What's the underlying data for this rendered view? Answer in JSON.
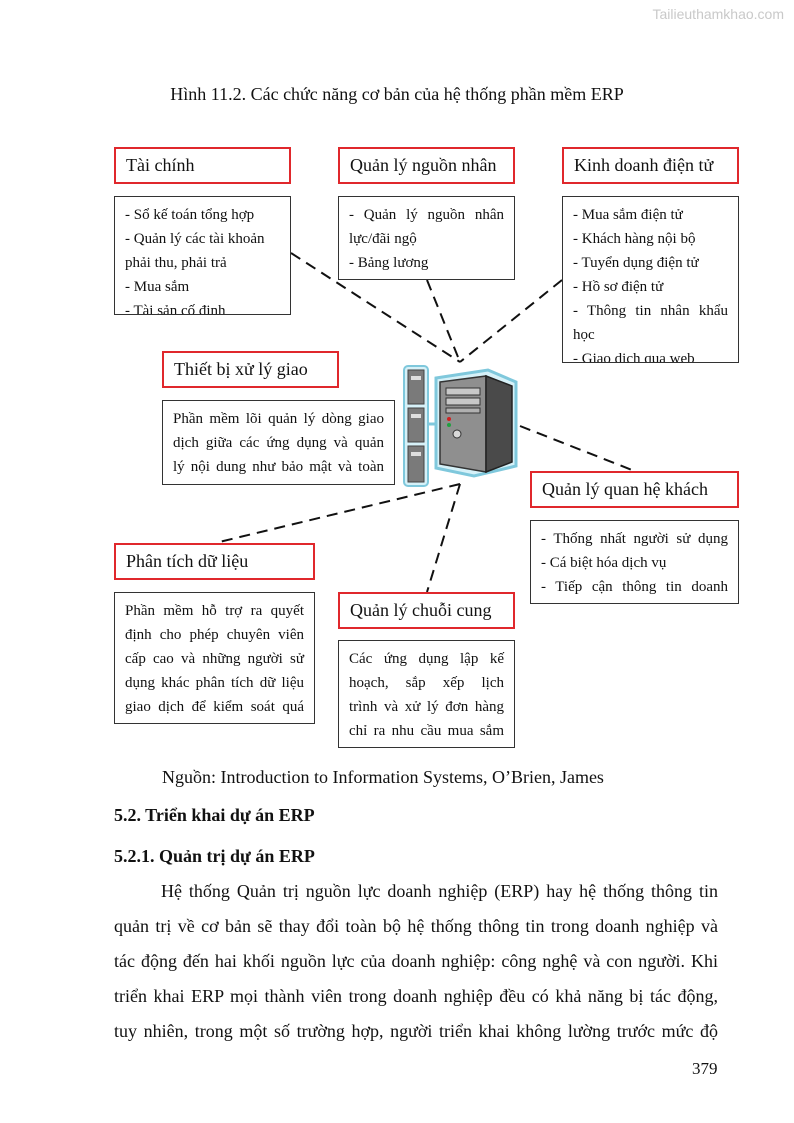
{
  "watermark": "Tailieuthamkhao.com",
  "figure_title": "Hình 11.2. Các chức năng cơ bản của hệ thống phần mềm ERP",
  "modules": {
    "tai_chinh": {
      "title": "Tài chính",
      "lines": [
        "- Sổ kế toán tổng hợp",
        "- Quản lý các tài khoản",
        "phải thu, phải trả",
        "- Mua sắm",
        "- Tài sản cố định"
      ]
    },
    "nguon_nhan": {
      "title": "Quản lý nguồn nhân",
      "lines": [
        "- Quản lý nguồn nhân",
        "lực/đãi ngộ",
        "- Bảng lương"
      ]
    },
    "kinh_doanh": {
      "title": "Kinh doanh điện tử",
      "lines": [
        "- Mua sắm điện tử",
        "- Khách hàng nội bộ",
        "- Tuyển dụng điện tử",
        "- Hồ sơ điện tử",
        "- Thông tin nhân khẩu",
        "học",
        "- Giao dịch qua web"
      ]
    },
    "thiet_bi": {
      "title": "Thiết bị xử lý giao",
      "lines": [
        "Phần mềm lõi quản lý dòng giao",
        "dịch giữa các ứng dụng và quản",
        "lý nội dung như bảo mật và toàn"
      ]
    },
    "khach_hang": {
      "title": "Quản lý quan hệ khách",
      "lines": [
        "- Thống nhất người sử dụng",
        "- Cá biệt hóa dịch vụ",
        "- Tiếp cận thông tin doanh"
      ]
    },
    "phan_tich": {
      "title": "Phân tích dữ liệu",
      "lines": [
        "Phần mềm hỗ trợ ra quyết",
        "định cho phép chuyên viên",
        "cấp cao và những người sử",
        "dụng khác phân tích dữ liệu",
        "giao dịch để kiểm soát quá"
      ]
    },
    "chuoi_cung": {
      "title": "Quản lý chuỗi cung",
      "lines": [
        "Các ứng dụng lập kế",
        "hoạch, sắp xếp lịch",
        "trình và xử lý đơn hàng",
        "chỉ ra nhu cầu mua sắm"
      ]
    }
  },
  "source": "Nguồn: Introduction to Information Systems, O’Brien, James",
  "heading_1": "5.2. Triển khai dự án ERP",
  "heading_2": "5.2.1.  Quản trị dự án ERP",
  "paragraph_lines": [
    "Hệ thống Quản trị nguồn lực doanh nghiệp (ERP) hay hệ thống thông tin",
    "quản trị về cơ bản sẽ thay đổi toàn bộ hệ thống thông tin trong doanh nghiệp và",
    "tác động đến hai khối nguồn lực của doanh nghiệp: công nghệ và con người. Khi",
    "triển khai ERP mọi thành viên trong doanh nghiệp đều có khả năng bị tác động,",
    "tuy nhiên, trong một số trường hợp, người triển khai không lường trước mức độ"
  ],
  "page_number": "379",
  "colors": {
    "label_border": "#e0282c",
    "server_body": "#8f8f8f",
    "server_outline": "#7fc8dc"
  },
  "icons": [
    "server-tower-icon",
    "hard-drive-stack-icon"
  ]
}
